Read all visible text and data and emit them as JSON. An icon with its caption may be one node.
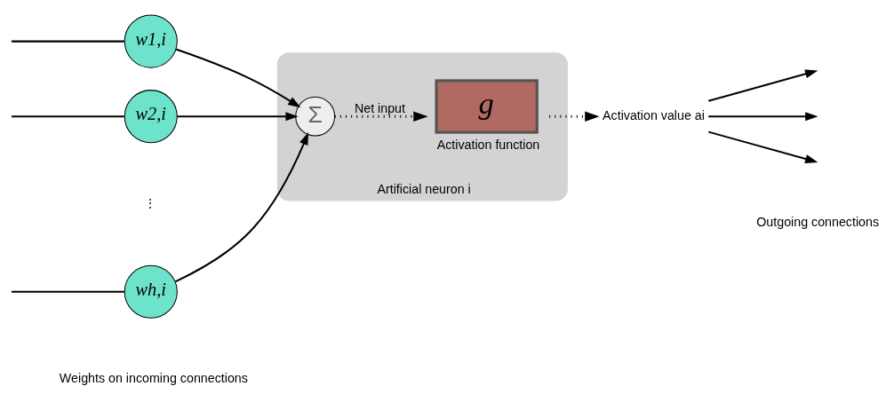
{
  "diagram": {
    "nodes": [
      {
        "text": [
          "Artificial neuron i"
        ]
      },
      {
        "text": [
          "w1,i"
        ]
      },
      {
        "text": [
          "w2,i"
        ]
      },
      {
        "text": [
          "wh,i"
        ]
      },
      {
        "text": [
          "Σ"
        ],
        "in": 0
      },
      {
        "text": [
          "*g*"
        ],
        "beside": [
          "Activation function"
        ],
        "in": 0
      },
      {
        "text": [
          "Activation value ai"
        ]
      }
    ],
    "edges": [
      {
        "from": null,
        "to": 1,
        "arrow": "none"
      },
      {
        "from": null,
        "to": 2,
        "arrow": "none"
      },
      {
        "from": null,
        "to": 3,
        "arrow": "none"
      },
      {
        "from": 1,
        "to": 4,
        "arrow": "to"
      },
      {
        "from": 2,
        "to": 4,
        "arrow": "to"
      },
      {
        "from": 3,
        "to": 4,
        "arrow": "to"
      },
      {
        "from": 4,
        "to": 5,
        "arrow": "to",
        "label": "Net input",
        "style": "dashed"
      },
      {
        "from": 5,
        "to": 6,
        "arrow": "to",
        "style": "dashed"
      },
      {
        "from": 6,
        "to": null,
        "arrow": "to"
      },
      {
        "from": 6,
        "to": null,
        "arrow": "to"
      },
      {
        "from": 6,
        "to": null,
        "arrow": "to"
      }
    ],
    "labels": [
      "⋮",
      "Weights on incoming connections",
      "Outgoing connections"
    ]
  }
}
